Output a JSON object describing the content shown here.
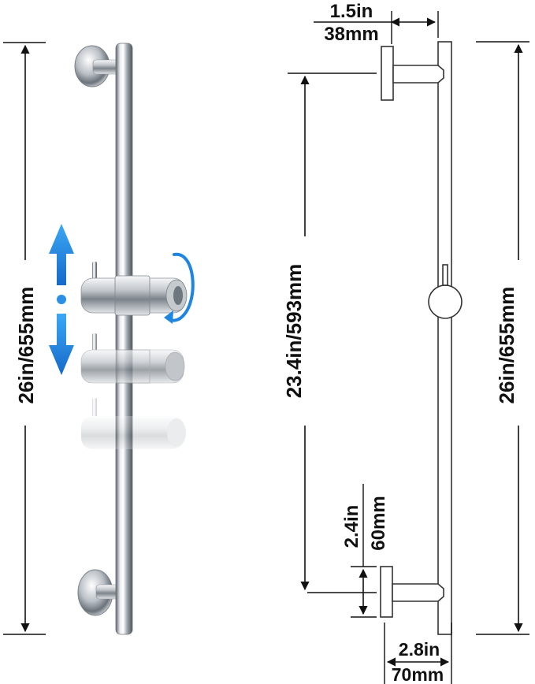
{
  "dimensions": {
    "total_height_left": "26in/655mm",
    "total_height_right": "26in/655mm",
    "mount_spacing": "23.4in/593mm",
    "standoff_in": "1.5in",
    "standoff_mm": "38mm",
    "base_height_in": "2.4in",
    "base_height_mm": "60mm",
    "depth_in": "2.8in",
    "depth_mm": "70mm"
  },
  "icons": {
    "vertical_adjust": "up-down-arrow-icon",
    "rotate": "rotate-arrow-icon"
  },
  "colors": {
    "arrow_blue": "#1f86e0",
    "chrome_dark": "#6e7680",
    "chrome_light": "#f2f4f6",
    "line": "#111111"
  }
}
